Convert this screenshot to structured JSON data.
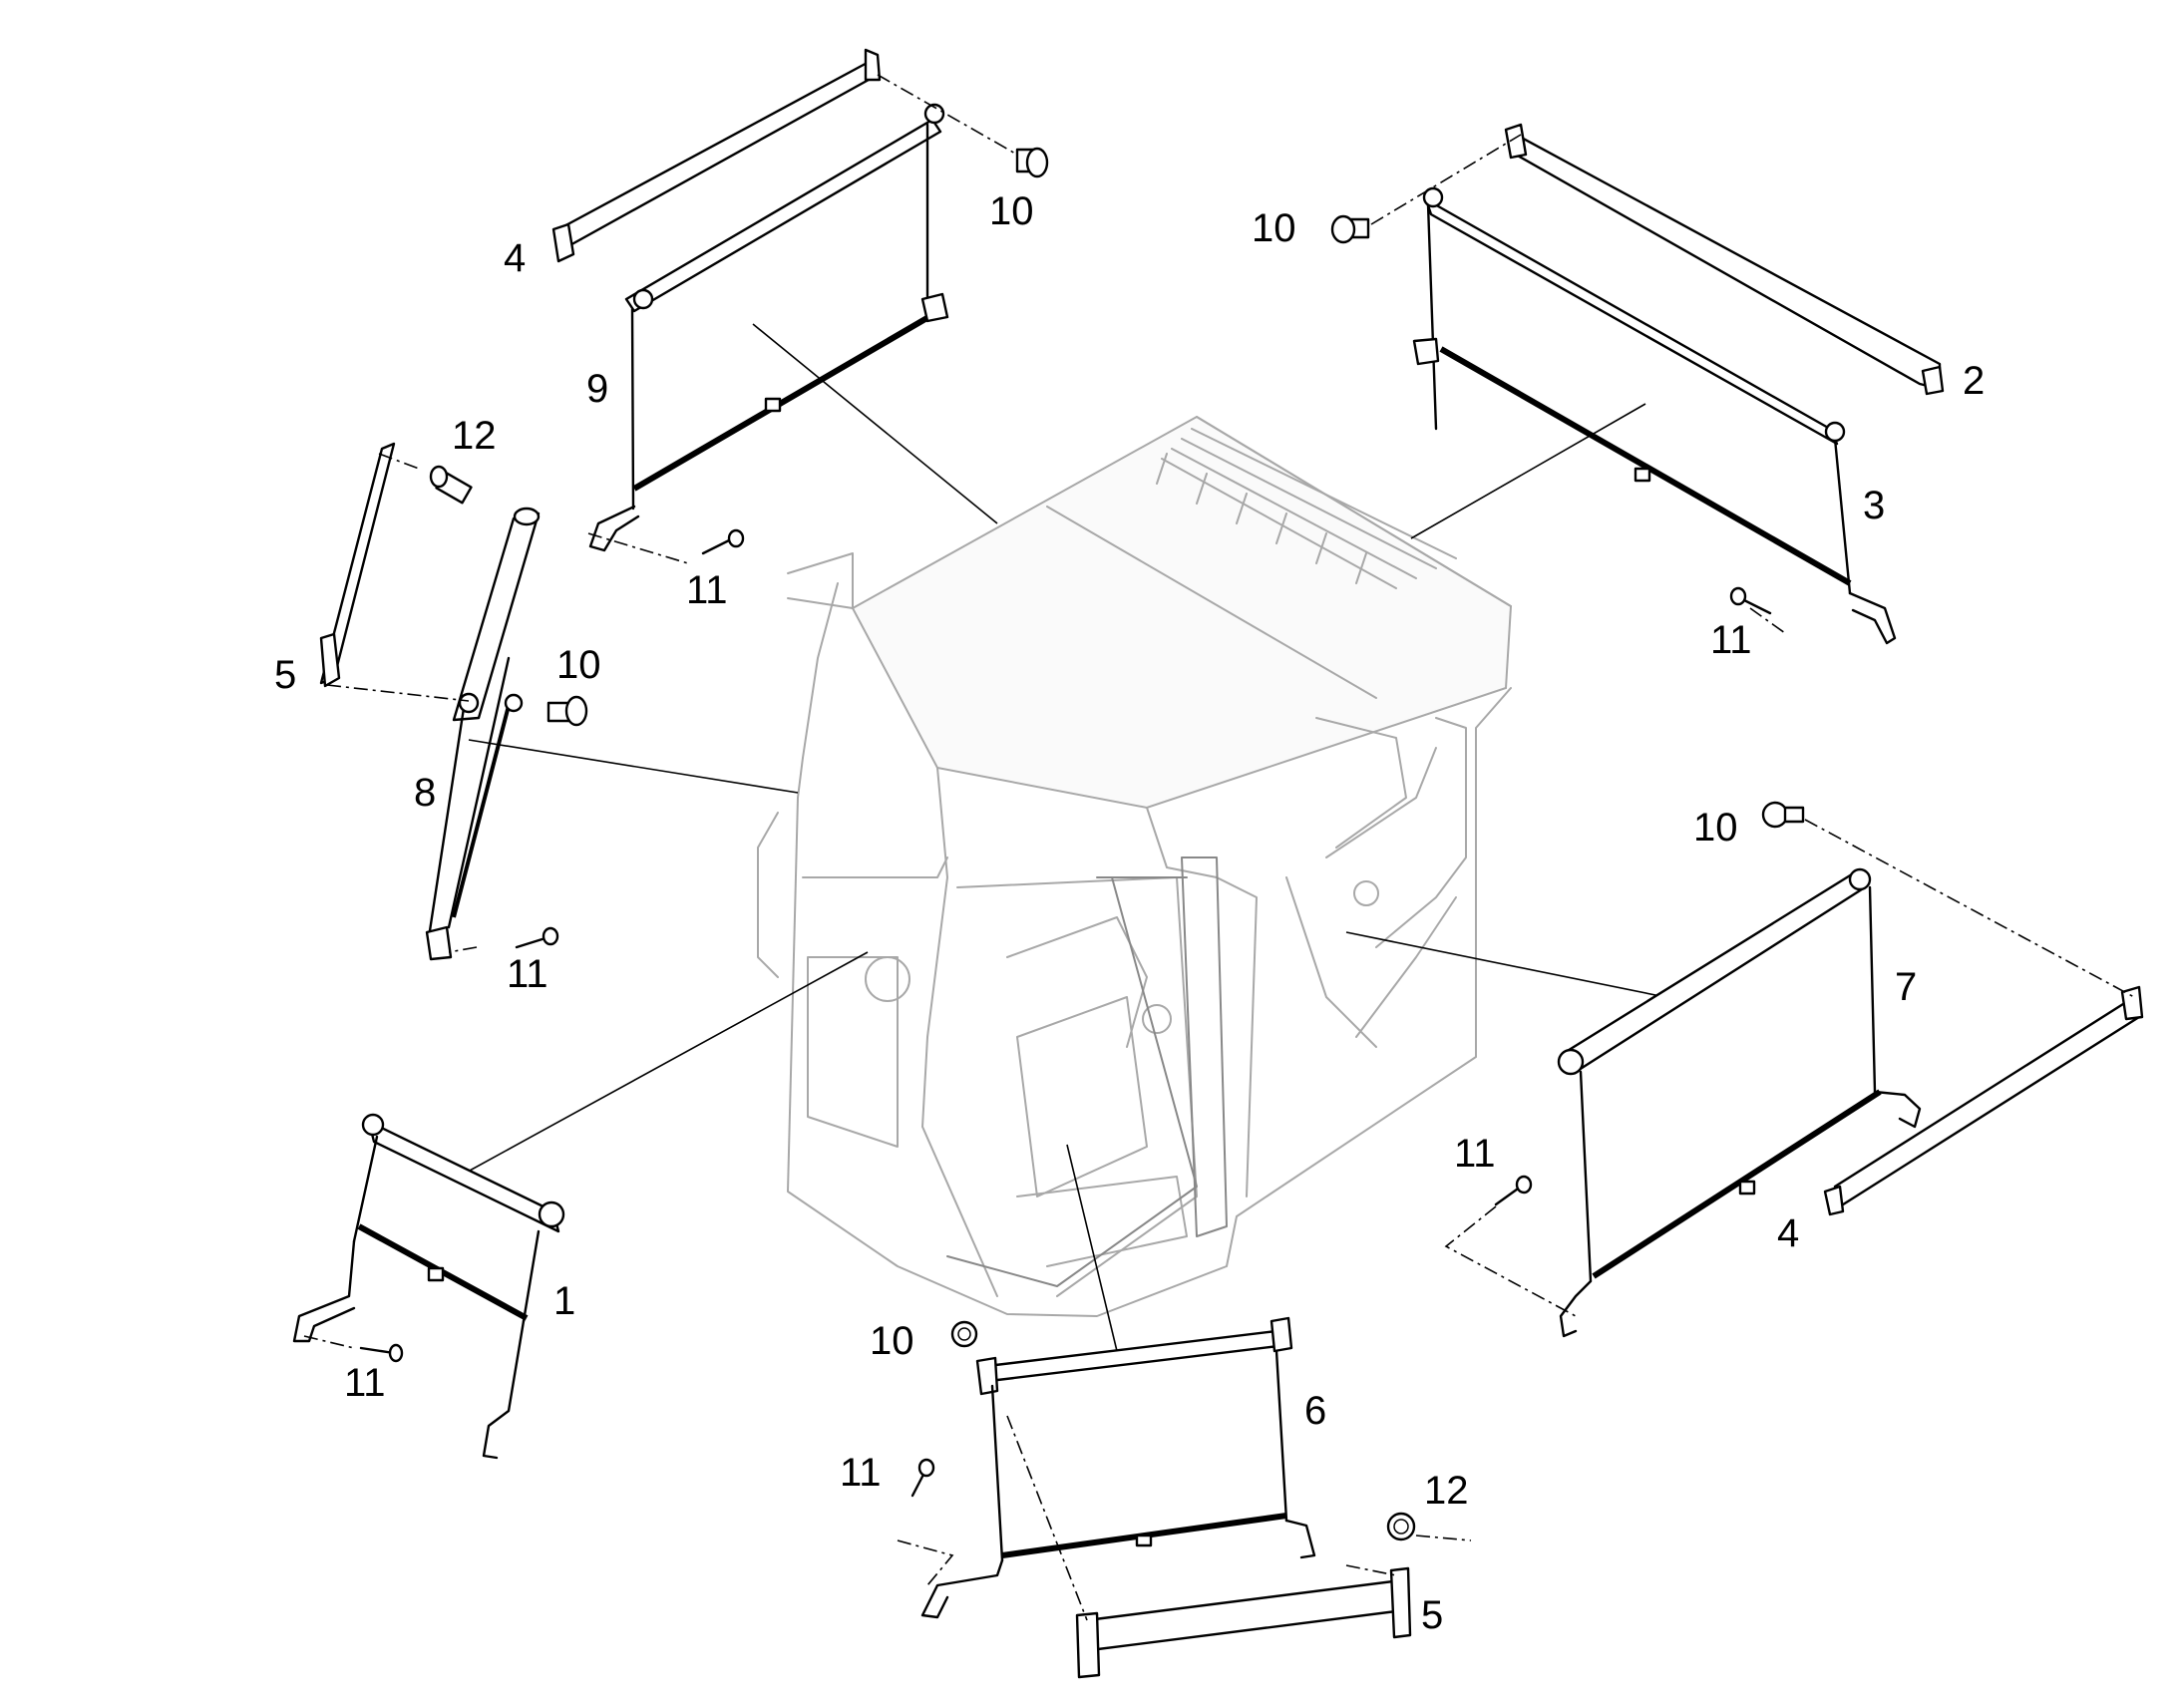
{
  "callouts": [
    {
      "id": "c1",
      "label": "1"
    },
    {
      "id": "c2",
      "label": "2"
    },
    {
      "id": "c3",
      "label": "3"
    },
    {
      "id": "c4a",
      "label": "4"
    },
    {
      "id": "c4b",
      "label": "4"
    },
    {
      "id": "c5a",
      "label": "5"
    },
    {
      "id": "c5b",
      "label": "5"
    },
    {
      "id": "c6",
      "label": "6"
    },
    {
      "id": "c7",
      "label": "7"
    },
    {
      "id": "c8",
      "label": "8"
    },
    {
      "id": "c9",
      "label": "9"
    },
    {
      "id": "c10a",
      "label": "10"
    },
    {
      "id": "c10b",
      "label": "10"
    },
    {
      "id": "c10c",
      "label": "10"
    },
    {
      "id": "c10d",
      "label": "10"
    },
    {
      "id": "c10e",
      "label": "10"
    },
    {
      "id": "c11a",
      "label": "11"
    },
    {
      "id": "c11b",
      "label": "11"
    },
    {
      "id": "c11c",
      "label": "11"
    },
    {
      "id": "c11d",
      "label": "11"
    },
    {
      "id": "c11e",
      "label": "11"
    },
    {
      "id": "c11f",
      "label": "11"
    },
    {
      "id": "c12a",
      "label": "12"
    },
    {
      "id": "c12b",
      "label": "12"
    }
  ]
}
